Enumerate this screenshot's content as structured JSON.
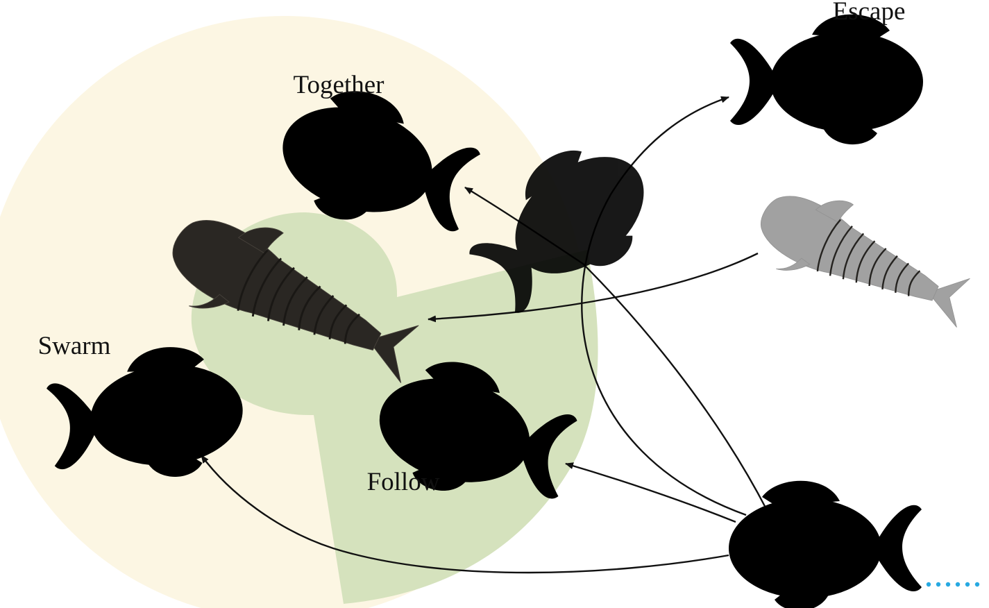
{
  "labels": {
    "escape": "Escape",
    "together": "Together",
    "swarm": "Swarm",
    "follow": "Follow"
  },
  "colors": {
    "perception_zone": "#fcf6e3",
    "near_zone": "#d5e2bd",
    "fish_body": "#0fa6e3",
    "fish_body_faded": "#47bff0",
    "fish_outline": "#6b2a2a",
    "fish_fin": "#6b2220",
    "fish_fin_faded": "#80514c",
    "fish_stripe": "#ffffff",
    "robot_fish": "#2a2723",
    "robot_fish_ghost": "#9c9c9c",
    "arrow": "#111111",
    "ellipsis_dots": "#27a9e1"
  },
  "icons": {
    "fish": "cartoon-fish-icon",
    "robot": "robot-fish-icon"
  }
}
